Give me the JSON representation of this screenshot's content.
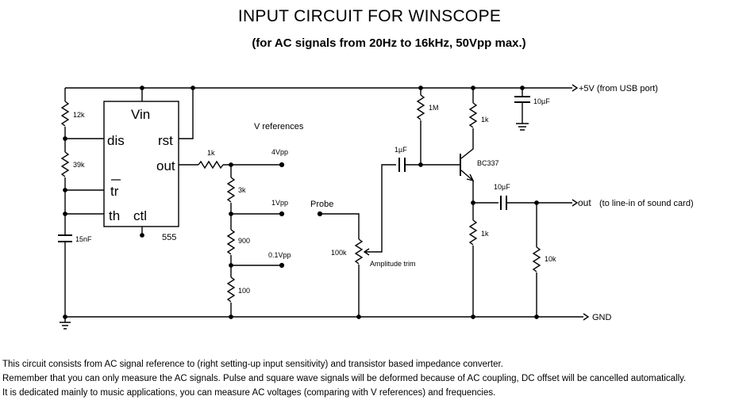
{
  "title": "INPUT CIRCUIT FOR WINSCOPE",
  "subtitle": "(for AC signals from 20Hz to 16kHz, 50Vpp max.)",
  "ic": {
    "vin": "Vin",
    "dis": "dis",
    "rst": "rst",
    "out": "out",
    "tr": "tr",
    "th": "th",
    "ctl": "ctl",
    "part": "555"
  },
  "components": {
    "r12k": "12k",
    "r39k": "39k",
    "c15n": "15nF",
    "r1k_a": "1k",
    "r3k": "3k",
    "r900": "900",
    "r100": "100",
    "r1m": "1M",
    "c1u": "1µF",
    "pot": "100k",
    "pot_label": "Amplitude trim",
    "transistor": "BC337",
    "r1k_b": "1k",
    "r1k_c": "1k",
    "c10u_supply": "10µF",
    "c10u_out": "10µF",
    "r10k": "10k"
  },
  "net_labels": {
    "vref_title": "V references",
    "v4": "4Vpp",
    "v1": "1Vpp",
    "v01": "0.1Vpp",
    "probe": "Probe",
    "supply": "+5V (from USB port)",
    "out_main": "out",
    "out_note": "(to line-in of sound card)",
    "gnd": "GND"
  },
  "notes": [
    "This circuit consists from AC signal reference to (right setting-up input sensitivity) and transistor based impedance converter.",
    "Remember that you can only measure the AC signals. Pulse and square wave signals will be deformed because of AC coupling, DC offset will be cancelled automatically.",
    "It is dedicated mainly to music applications, you can measure AC voltages (comparing with V references) and frequencies."
  ]
}
